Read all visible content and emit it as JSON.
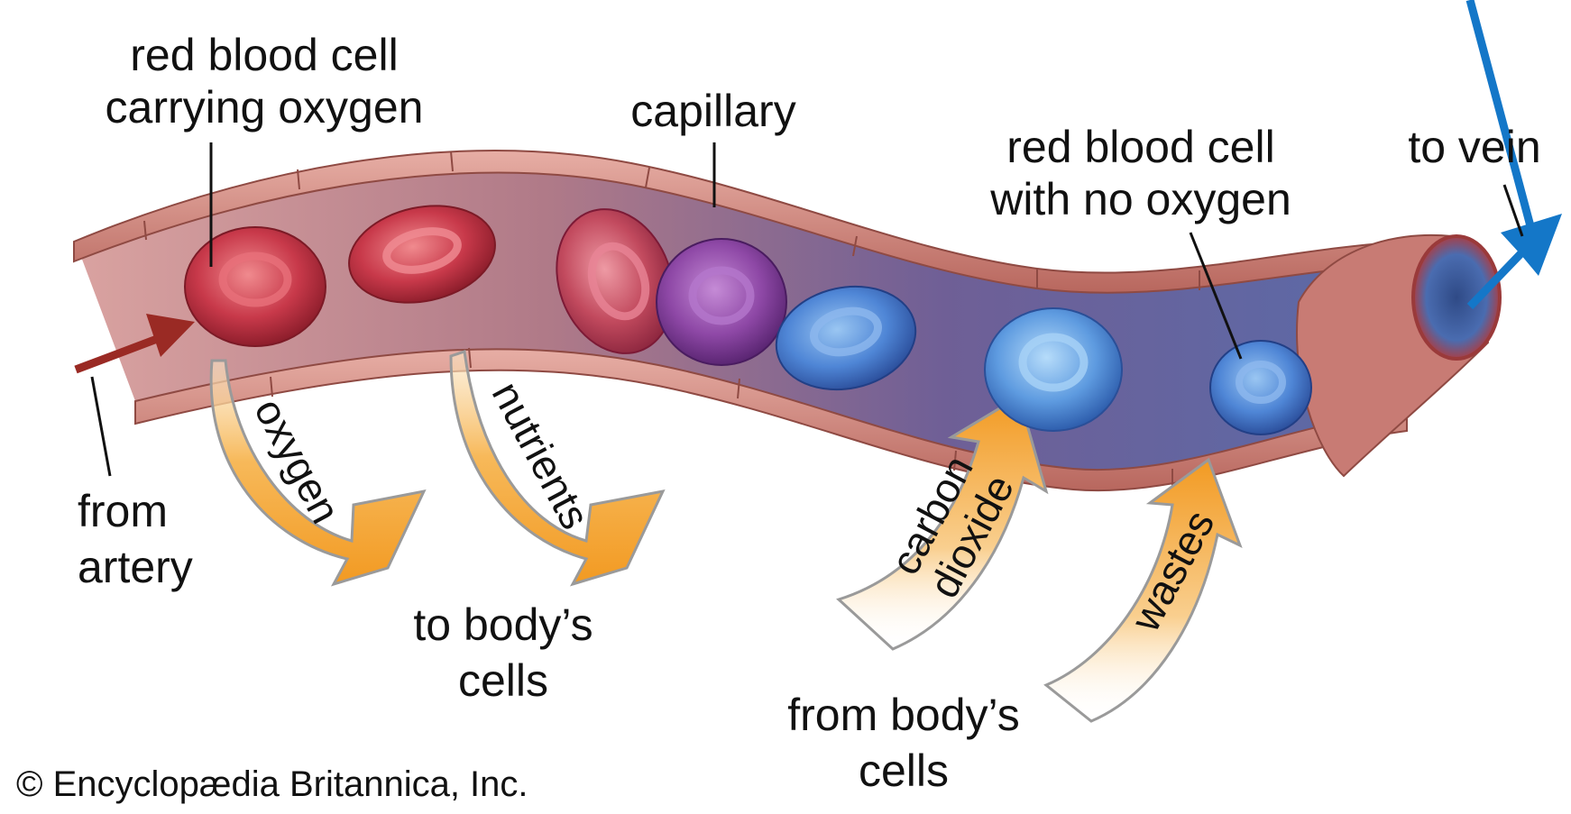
{
  "labels": {
    "rbc_oxygen": {
      "line1": "red blood cell",
      "line2": "carrying oxygen"
    },
    "capillary": "capillary",
    "rbc_no_oxygen": {
      "line1": "red blood cell",
      "line2": "with no oxygen"
    },
    "to_vein": "to vein",
    "from_artery": {
      "line1": "from",
      "line2": "artery"
    },
    "to_body_cells": {
      "line1": "to body’s",
      "line2": "cells"
    },
    "from_body_cells": {
      "line1": "from body’s",
      "line2": "cells"
    }
  },
  "exchange_arrows": {
    "oxygen": "oxygen",
    "nutrients": "nutrients",
    "carbon_dioxide": {
      "line1": "carbon",
      "line2": "dioxide"
    },
    "wastes": "wastes"
  },
  "credit": "© Encyclopædia Britannica, Inc.",
  "colors": {
    "vessel_wall": "#c9837a",
    "vessel_interior": "#a86a78",
    "oxygenated_cell": "#c23a44",
    "transition_cell": "#8a3fa0",
    "deoxygenated_cell": "#4f84d6",
    "exchange_arrow": "#f5a332",
    "artery_arrow": "#9a2a24",
    "vein_arrow": "#1477c8"
  }
}
